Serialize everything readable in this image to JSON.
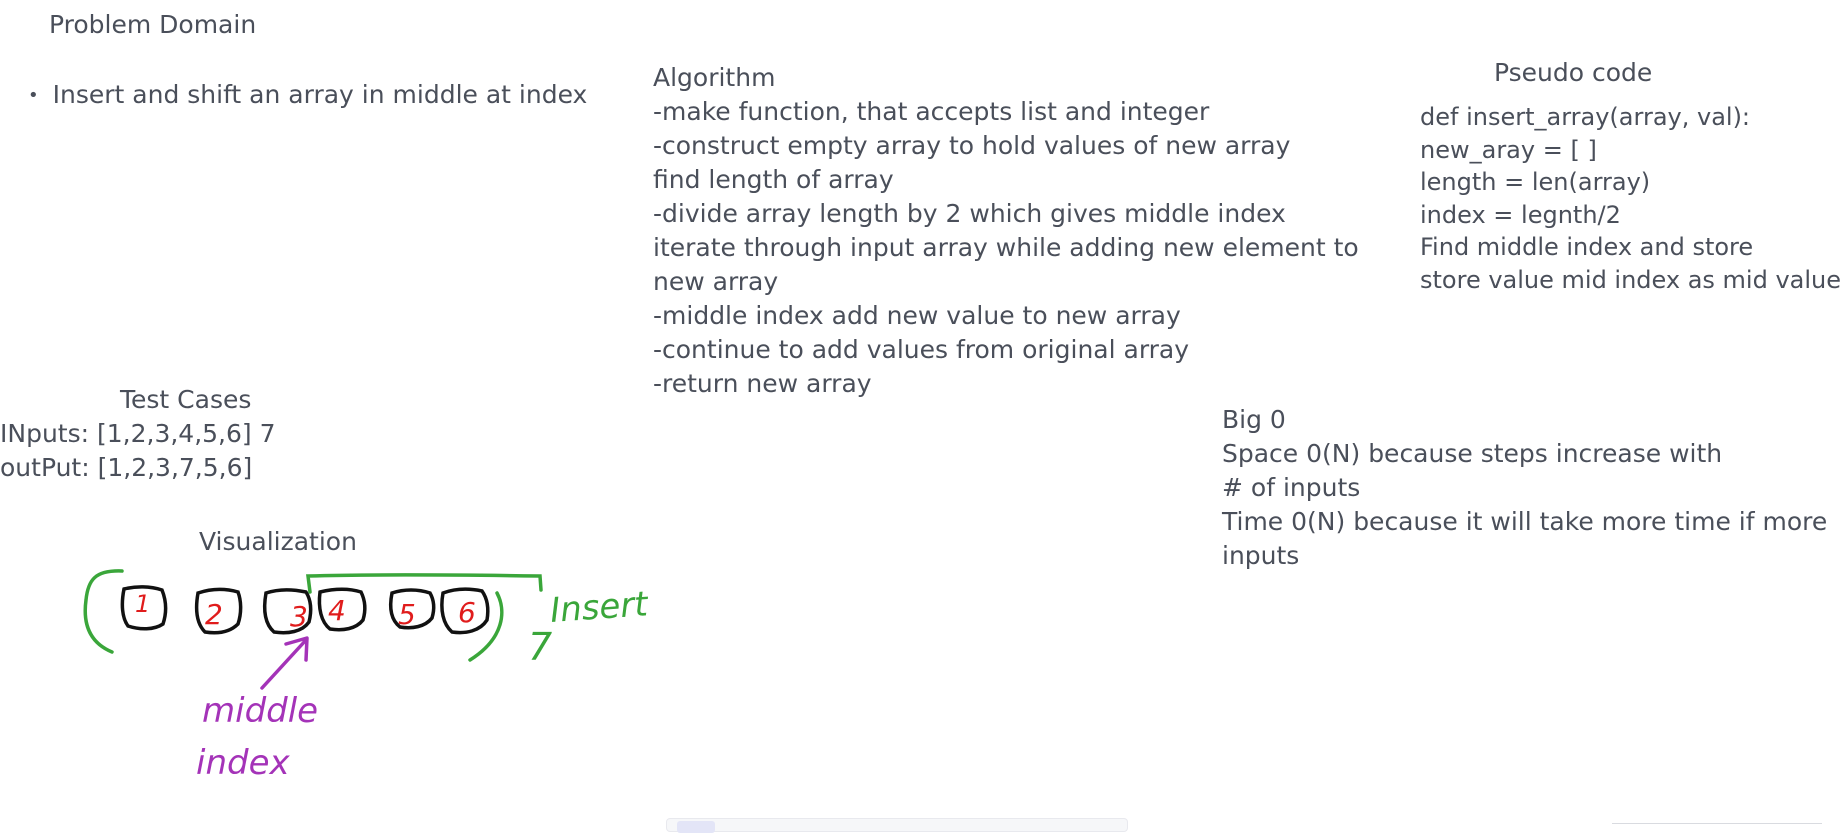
{
  "problem_domain": {
    "title": "Problem Domain",
    "items": [
      "Insert and shift an array in middle at index"
    ]
  },
  "algorithm": {
    "title": "Algorithm",
    "lines": [
      "-make function, that accepts list and integer",
      "-construct empty array to hold values of new array",
      "find length of array",
      "-divide array length by 2 which gives middle index",
      "iterate through input array while adding new element to",
      "new array",
      "-middle index add new value to new array",
      "-continue to add values from original array",
      "-return new array"
    ]
  },
  "pseudo_code": {
    "title": "Pseudo code",
    "lines": [
      "def insert_array(array, val):",
      "new_aray = [ ]",
      "length = len(array)",
      "index = legnth/2",
      "Find middle index and store",
      "store value mid index as mid value"
    ]
  },
  "test_cases": {
    "title": "Test Cases",
    "inputs": "INputs: [1,2,3,4,5,6] 7",
    "output": "outPut: [1,2,3,7,5,6]"
  },
  "big_o": {
    "title": "Big 0",
    "lines": [
      "Space 0(N) because steps increase with",
      "# of inputs",
      " Time 0(N) because it will take more time if more",
      "inputs"
    ]
  },
  "visualization": {
    "title": "Visualization",
    "cells": [
      "1",
      "2",
      "3",
      "4",
      "5",
      "6"
    ],
    "insert_value": "7",
    "insert_label": "Insert",
    "middle_label": [
      "middle",
      "index"
    ],
    "colors": {
      "cell_outline": "#111111",
      "cell_digit": "#e01c1c",
      "bracket": "#3aa63a",
      "annotation": "#a433b8"
    }
  }
}
